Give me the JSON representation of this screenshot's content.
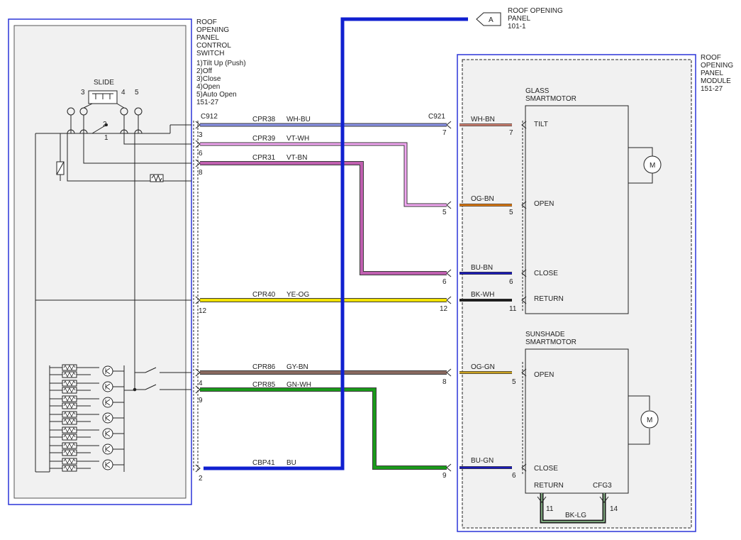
{
  "switch": {
    "title_lines": [
      "ROOF",
      "OPENING",
      "PANEL",
      "CONTROL",
      "SWITCH"
    ],
    "legend_lines": [
      "1)Tilt Up (Push)",
      "2)Off",
      "3)Close",
      "4)Open",
      "5)Auto Open"
    ],
    "ref": "151-27",
    "slide_label": "SLIDE",
    "pos_labels": [
      "3",
      "2",
      "1",
      "4",
      "5"
    ],
    "connector": "C912"
  },
  "module": {
    "title_lines": [
      "ROOF",
      "OPENING",
      "PANEL",
      "MODULE"
    ],
    "ref": "151-27",
    "connector": "C921"
  },
  "offpage": {
    "tag": "A",
    "label_lines": [
      "ROOF OPENING",
      "PANEL",
      "101-1"
    ]
  },
  "glass_motor": {
    "title_lines": [
      "GLASS",
      "SMARTMOTOR"
    ],
    "pins": [
      "TILT",
      "OPEN",
      "CLOSE",
      "RETURN"
    ],
    "motor_symbol": "M"
  },
  "sunshade_motor": {
    "title_lines": [
      "SUNSHADE",
      "SMARTMOTOR"
    ],
    "pins": [
      "OPEN",
      "CLOSE",
      "RETURN",
      "CFG3"
    ],
    "motor_symbol": "M"
  },
  "circuits": [
    {
      "circuit": "CPR38",
      "color_code": "WH-BU",
      "left_pin": "3",
      "right_pin": "7",
      "module_color": "WH-BN",
      "module_pin": "7",
      "color": "#8a93e8"
    },
    {
      "circuit": "CPR39",
      "color_code": "VT-WH",
      "left_pin": "6",
      "right_pin": "5",
      "module_color": "OG-BN",
      "module_pin": "5",
      "color": "#f2a6f2"
    },
    {
      "circuit": "CPR31",
      "color_code": "VT-BN",
      "left_pin": "8",
      "right_pin": "6",
      "module_color": "BU-BN",
      "module_pin": "6",
      "color": "#c060b0"
    },
    {
      "circuit": "CPR40",
      "color_code": "YE-OG",
      "left_pin": "12",
      "right_pin": "12",
      "module_color": "BK-WH",
      "module_pin": "11",
      "color": "#f2e200"
    },
    {
      "circuit": "CPR86",
      "color_code": "GY-BN",
      "left_pin": "4",
      "right_pin": "8",
      "module_color": "OG-GN",
      "module_pin": "5",
      "color": "#8a6a60"
    },
    {
      "circuit": "CPR85",
      "color_code": "GN-WH",
      "left_pin": "9",
      "right_pin": "9",
      "module_color": "BU-GN",
      "module_pin": "6",
      "color": "#1a9a1a"
    },
    {
      "circuit": "CBP41",
      "color_code": "BU",
      "left_pin": "2",
      "right_pin": "",
      "module_color": "",
      "module_pin": "",
      "color": "#1020d0"
    }
  ],
  "sunshade_return": {
    "pin_a": "11",
    "pin_b": "14",
    "color_code": "BK-LG"
  }
}
